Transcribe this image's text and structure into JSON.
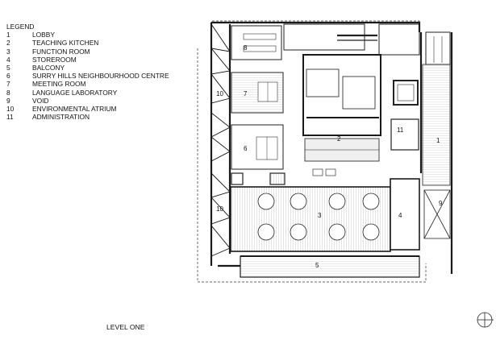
{
  "legend": {
    "title": "LEGEND",
    "items": [
      {
        "num": "1",
        "label": "LOBBY"
      },
      {
        "num": "2",
        "label": "TEACHING KITCHEN"
      },
      {
        "num": "3",
        "label": "FUNCTION ROOM"
      },
      {
        "num": "4",
        "label": "STOREROOM"
      },
      {
        "num": "5",
        "label": "BALCONY"
      },
      {
        "num": "6",
        "label": "SURRY HILLS NEIGHBOURHOOD CENTRE"
      },
      {
        "num": "7",
        "label": "MEETING ROOM"
      },
      {
        "num": "8",
        "label": "LANGUAGE LABORATORY"
      },
      {
        "num": "9",
        "label": "VOID"
      },
      {
        "num": "10",
        "label": "ENVIRONMENTAL ATRIUM"
      },
      {
        "num": "11",
        "label": "ADMINISTRATION"
      }
    ]
  },
  "plan": {
    "title": "LEVEL ONE",
    "room_labels": [
      "8",
      "7",
      "10",
      "6",
      "2",
      "11",
      "1",
      "10",
      "3",
      "4",
      "9",
      "5"
    ]
  },
  "colors": {
    "line": "#222222",
    "wall": "#1a1a1a",
    "hatch": "#bdbdbd",
    "floor_tint": "#e8e8e8"
  }
}
